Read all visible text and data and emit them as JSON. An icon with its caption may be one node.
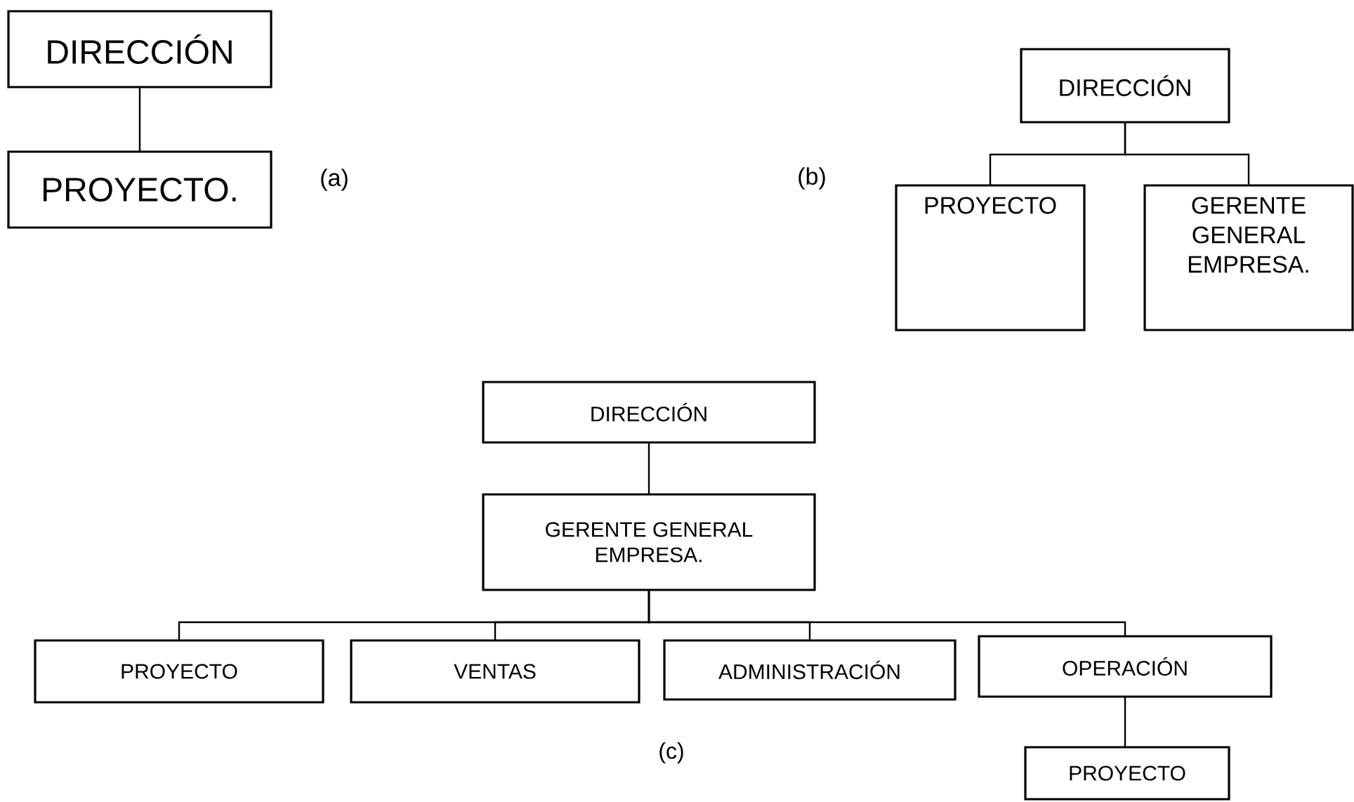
{
  "diagram": {
    "nodes": [
      {
        "text": [
          "DIRECCIÓN"
        ]
      },
      {
        "text": [
          "PROYECTO."
        ]
      },
      {
        "text": [
          "DIRECCIÓN"
        ]
      },
      {
        "text": [
          "PROYECTO"
        ]
      },
      {
        "text": [
          "GERENTE GENERAL EMPRESA."
        ]
      },
      {
        "text": [
          "DIRECCIÓN"
        ]
      },
      {
        "text": [
          "GERENTE GENERAL EMPRESA."
        ]
      },
      {
        "text": [
          "PROYECTO"
        ]
      },
      {
        "text": [
          "VENTAS"
        ]
      },
      {
        "text": [
          "ADMINISTRACIÓN"
        ]
      },
      {
        "text": [
          "OPERACIÓN"
        ]
      },
      {
        "text": [
          "PROYECTO"
        ]
      }
    ],
    "edges": [
      {
        "from": 0,
        "to": 1,
        "arrow": "none"
      },
      {
        "from": 2,
        "to": 3,
        "arrow": "none"
      },
      {
        "from": 2,
        "to": 4,
        "arrow": "none"
      },
      {
        "from": 5,
        "to": 6,
        "arrow": "none"
      },
      {
        "from": 6,
        "to": 7,
        "arrow": "none"
      },
      {
        "from": 6,
        "to": 8,
        "arrow": "none"
      },
      {
        "from": 6,
        "to": 9,
        "arrow": "none"
      },
      {
        "from": 6,
        "to": 10,
        "arrow": "none"
      },
      {
        "from": 10,
        "to": 11,
        "arrow": "none"
      }
    ],
    "labels": [
      "(a)",
      "(b)",
      "(c)"
    ]
  }
}
